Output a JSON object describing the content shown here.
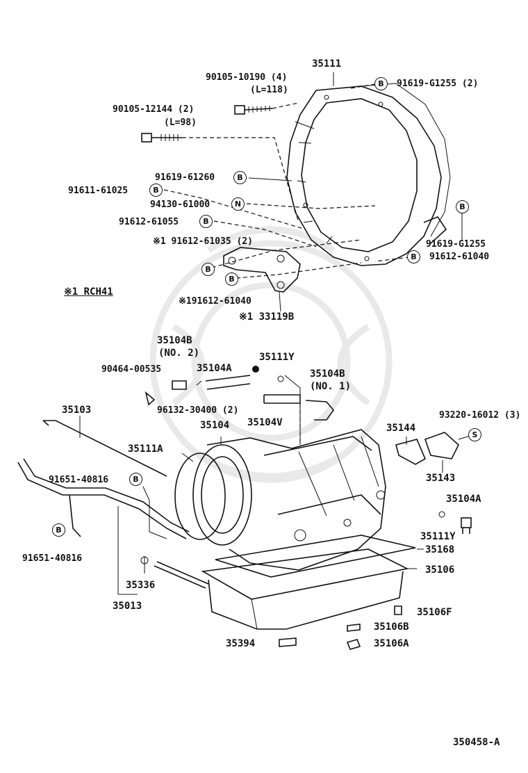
{
  "diagram_id": "350458-A",
  "note": "※1 RCH41",
  "symbols": {
    "B": "B",
    "N": "N",
    "S": "S"
  },
  "parts": {
    "p35111": "35111",
    "p90105_10190": "90105-10190 (4)",
    "p90105_10190_len": "(L=118)",
    "p91619_G1255_2": "91619-G1255 (2)",
    "p90105_12144": "90105-12144 (2)",
    "p90105_12144_len": "(L=98)",
    "p91619_61260": "91619-61260",
    "p91611_61025": "91611-61025",
    "p94130_61000": "94130-61000",
    "p91612_61055": "91612-61055",
    "p91612_61035": "※1 91612-61035 (2)",
    "p91619_G1255": "91619-G1255",
    "p91612_61040": "91612-61040",
    "p191612_61040": "※191612-61040",
    "p33119B": "※1 33119B",
    "p35104B_no2": "35104B",
    "p35104B_no2_sub": "(NO. 2)",
    "p90464_00535": "90464-00535",
    "p35104A_top": "35104A",
    "p35111Y_top": "35111Y",
    "p35104B_no1": "35104B",
    "p35104B_no1_sub": "(NO. 1)",
    "p96132_30400": "96132-30400 (2)",
    "p35104V": "35104V",
    "p35103": "35103",
    "p35104": "35104",
    "p93220_16012": "93220-16012 (3)",
    "p35144": "35144",
    "p35111A": "35111A",
    "p91651_40816_top": "91651-40816",
    "p35143": "35143",
    "p35104A_right": "35104A",
    "p91651_40816_left": "91651-40816",
    "p35111Y_right": "35111Y",
    "p35168": "35168",
    "p35336": "35336",
    "p35106": "35106",
    "p35013": "35013",
    "p35106F": "35106F",
    "p35106B": "35106B",
    "p35394": "35394",
    "p35106A": "35106A"
  }
}
